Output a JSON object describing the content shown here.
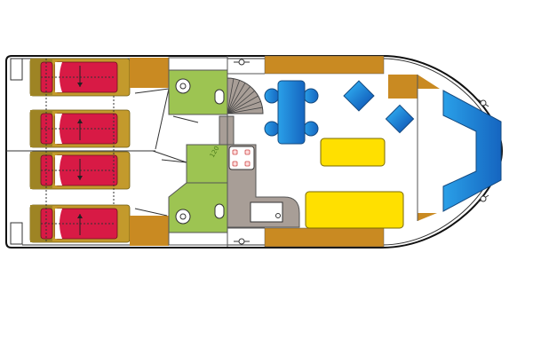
{
  "plan": {
    "fridge_label": "120",
    "colors": {
      "hull_outline": "#111111",
      "bunk_frame": "#c39a2c",
      "bunk_frame_dark": "#9e8424",
      "mattress": "#d81a45",
      "storage": "#c98a22",
      "bathroom": "#9dc452",
      "galley": "#a89e97",
      "dining_blue": "#1e7fd0",
      "sofa_yellow": "#ffe000",
      "floor": "#ffffff"
    },
    "cabins": [
      {
        "arrow": "down"
      },
      {
        "arrow": "up"
      },
      {
        "arrow": "down"
      },
      {
        "arrow": "up"
      }
    ]
  }
}
